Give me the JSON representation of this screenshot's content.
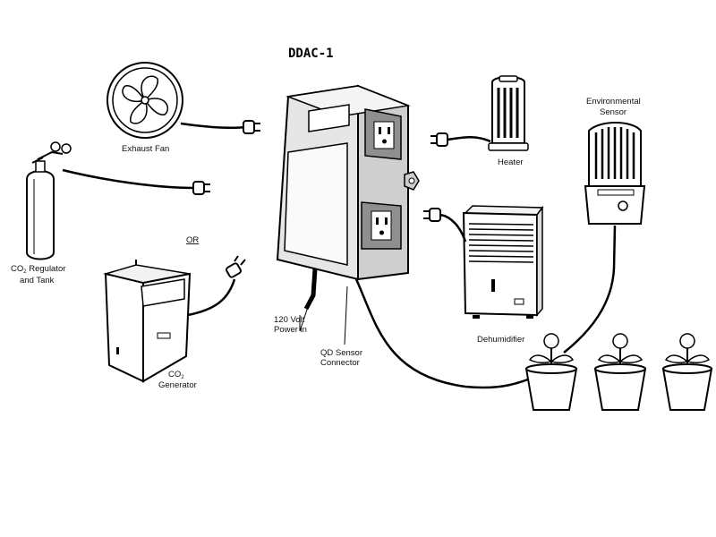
{
  "title": "DDAC-1",
  "labels": {
    "exhaust_fan": "Exhaust Fan",
    "heater": "Heater",
    "env_sensor_1": "Environmental",
    "env_sensor_2": "Sensor",
    "co2_tank_1": "CO",
    "co2_tank_1_sub": "2",
    "co2_tank_1_rest": " Regulator",
    "co2_tank_2": "and Tank",
    "or": "OR",
    "co2_gen_1": "CO",
    "co2_gen_1_sub": "2",
    "co2_gen_2": "Generator",
    "dehumidifier": "Dehumidifier",
    "power_1": "120 Volt",
    "power_2": "Power in",
    "qd_1": "QD Sensor",
    "qd_2": "Connector"
  },
  "colors": {
    "line": "#000000",
    "device_body": "#d9d9d9",
    "device_front": "#f2f2f2",
    "outlet_panel": "#8f8f8f"
  }
}
